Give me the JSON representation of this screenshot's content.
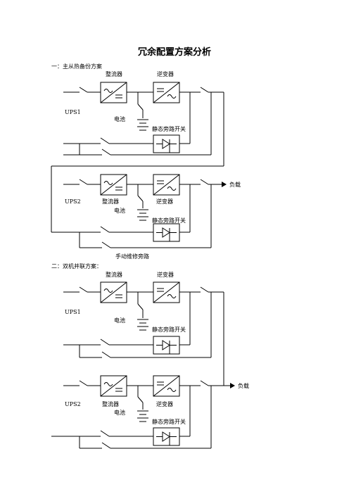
{
  "title": "冗余配置方案分析",
  "scheme1": {
    "heading": "一：主从热备份方案",
    "ups1": {
      "name": "UPS1",
      "rectifier_label": "整流器",
      "inverter_label": "逆变器",
      "battery_label": "电池",
      "bypass_label": "静态旁路开关"
    },
    "ups2": {
      "name": "UPS2",
      "rectifier_label": "整流器",
      "inverter_label": "逆变器",
      "battery_label": "电池",
      "bypass_label": "静态旁路开关"
    },
    "load_label": "负载",
    "maintenance_bypass_label": "手动维修旁路"
  },
  "scheme2": {
    "heading": "二：双机并联方案：",
    "ups1": {
      "name": "UPS1",
      "rectifier_label": "整流器",
      "inverter_label": "逆变器",
      "battery_label": "电池",
      "bypass_label": "静态旁路开关"
    },
    "ups2": {
      "name": "UPS2",
      "rectifier_label": "整流器",
      "inverter_label": "逆变器",
      "battery_label": "电池",
      "bypass_label": "静态旁路开关"
    },
    "load_label": "负载"
  }
}
